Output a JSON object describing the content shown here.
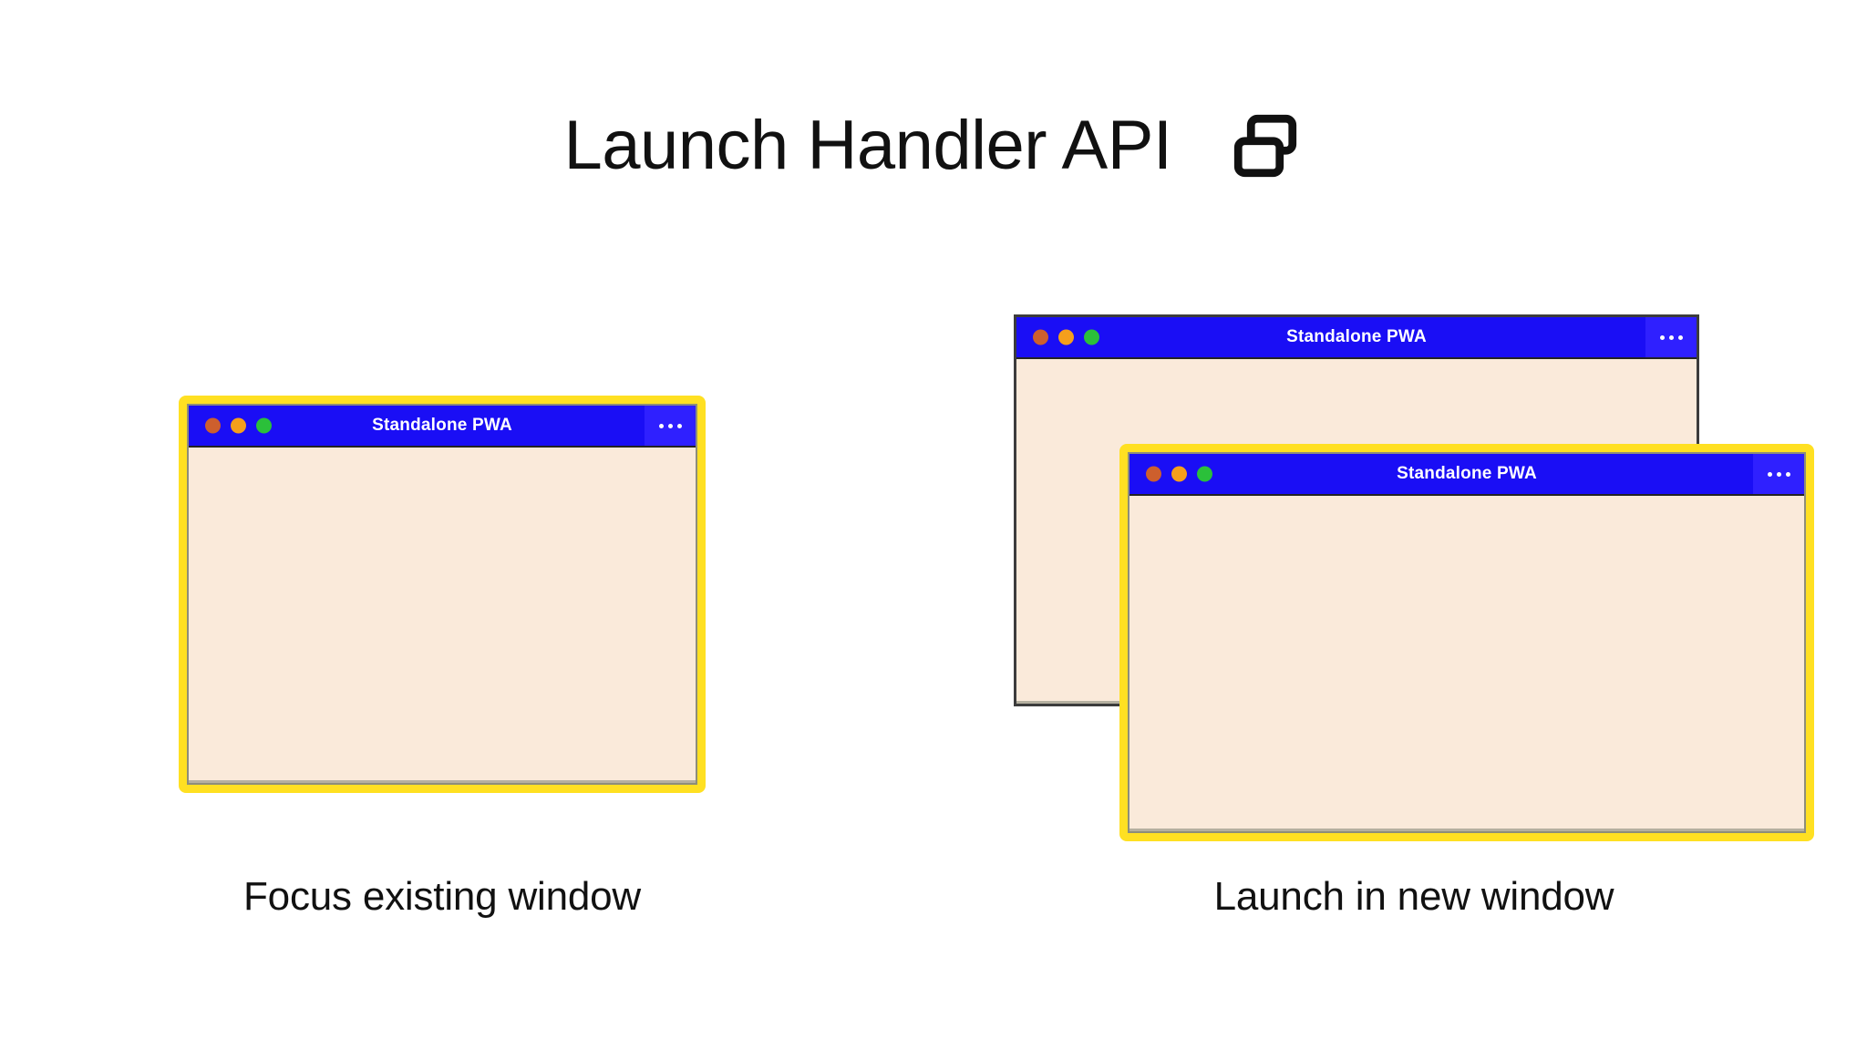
{
  "page": {
    "background": "#ffffff",
    "title": "Launch Handler API",
    "title_icon": "two-windows-icon"
  },
  "colors": {
    "titlebar_blue": "#1a0ef5",
    "menu_blue": "#2f20ff",
    "window_body_cream": "#faeada",
    "highlight_yellow": "#ffe022",
    "unfocused_border_gray": "#3c3c3c",
    "dot_red": "#cd5f2d",
    "dot_amber": "#f59f1c",
    "dot_green": "#2bc03a",
    "text_dark": "#111111",
    "titlebar_text": "#ffffff"
  },
  "scenarios": [
    {
      "id": "focus-existing",
      "caption": "Focus existing window",
      "windows": [
        {
          "id": "win-focus",
          "title": "Standalone PWA",
          "focused": true,
          "menu_label": "…"
        }
      ]
    },
    {
      "id": "launch-new",
      "caption": "Launch in new window",
      "windows": [
        {
          "id": "win-back",
          "title": "Standalone PWA",
          "focused": false,
          "menu_label": "…"
        },
        {
          "id": "win-front",
          "title": "Standalone PWA",
          "focused": true,
          "menu_label": "…"
        }
      ]
    }
  ],
  "window_controls": {
    "close_label": "close",
    "minimize_label": "minimize",
    "maximize_label": "maximize"
  }
}
